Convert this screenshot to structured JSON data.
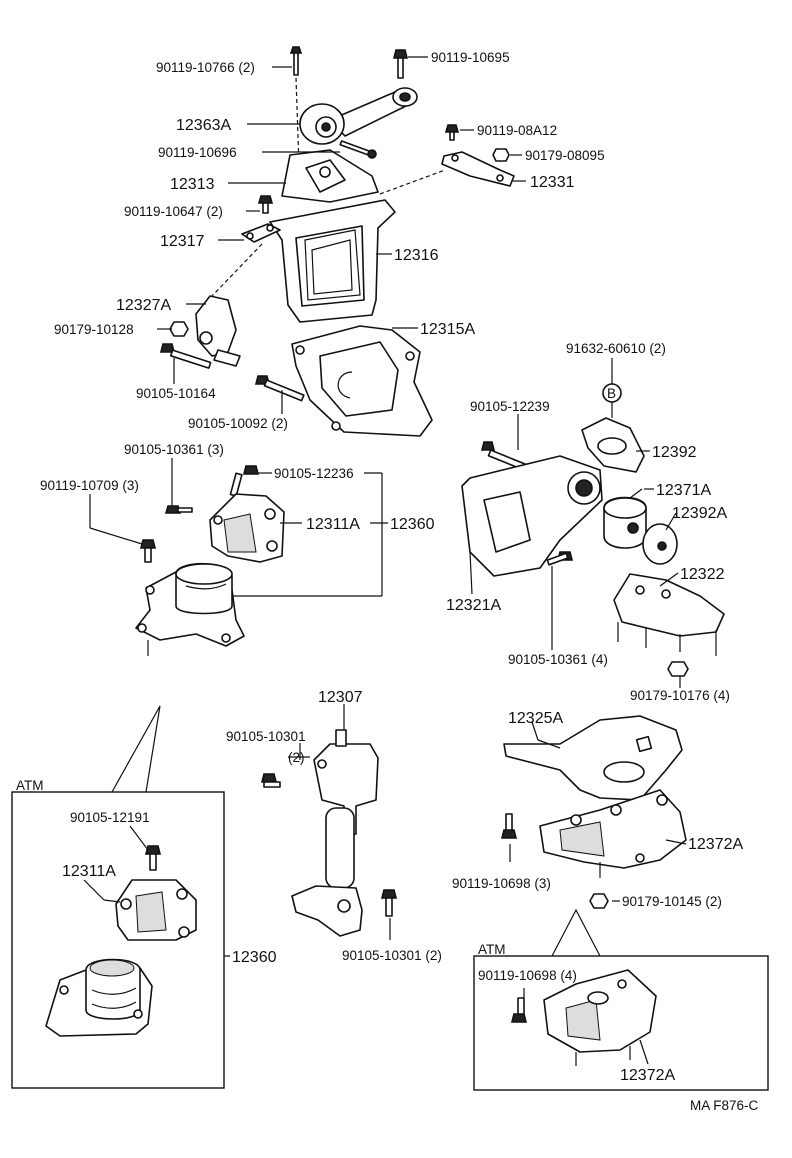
{
  "diagram_code": "MA F876-C",
  "boxes": {
    "atm_left": "ATM",
    "atm_right": "ATM"
  },
  "labels": {
    "p90119_10766": "90119-10766 (2)",
    "p90119_10695": "90119-10695",
    "p12363A": "12363A",
    "p90119_08A12": "90119-08A12",
    "p90119_10696": "90119-10696",
    "p90179_08095": "90179-08095",
    "p12313": "12313",
    "p12331": "12331",
    "p90119_10647": "90119-10647 (2)",
    "p12317": "12317",
    "p12316": "12316",
    "p12327A": "12327A",
    "p90179_10128": "90179-10128",
    "p12315A": "12315A",
    "p91632_60610": "91632-60610 (2)",
    "p90105_10164": "90105-10164",
    "p90105_10092": "90105-10092 (2)",
    "p90105_12239": "90105-12239",
    "p12392": "12392",
    "p90105_10361_3": "90105-10361 (3)",
    "p90105_12236": "90105-12236",
    "p12371A": "12371A",
    "p90119_10709": "90119-10709 (3)",
    "p12392A": "12392A",
    "p12311A": "12311A",
    "p12360": "12360",
    "p12322": "12322",
    "p12321A": "12321A",
    "p90105_10361_4": "90105-10361 (4)",
    "p90179_10176": "90179-10176 (4)",
    "p12307": "12307",
    "p90105_10301": "90105-10301",
    "qty2": "(2)",
    "p12325A": "12325A",
    "p90105_12191": "90105-12191",
    "p12311A_atm": "12311A",
    "p12372A": "12372A",
    "p90119_10698_3": "90119-10698 (3)",
    "p90179_10145": "90179-10145 (2)",
    "p12360_atm": "12360",
    "p90105_10301_2": "90105-10301 (2)",
    "p90119_10698_4": "90119-10698 (4)",
    "p12372A_atm": "12372A"
  }
}
